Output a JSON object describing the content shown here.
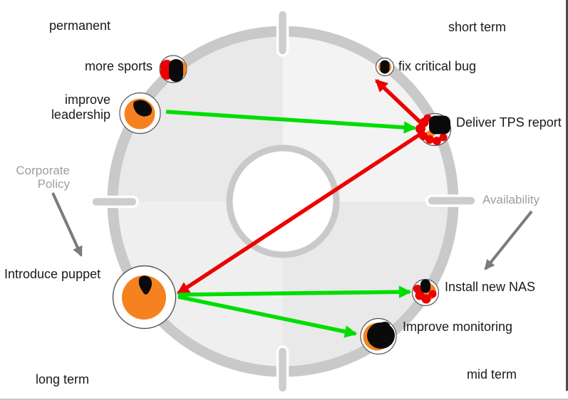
{
  "quadrants": {
    "top_left": "permanent",
    "top_right": "short term",
    "bottom_left": "long term",
    "bottom_right": "mid term"
  },
  "nodes": [
    {
      "id": "more-sports",
      "label": "more sports"
    },
    {
      "id": "improve-leadership",
      "label": "improve\nleadership"
    },
    {
      "id": "fix-critical-bug",
      "label": "fix critical bug"
    },
    {
      "id": "deliver-tps-report",
      "label": "Deliver TPS report"
    },
    {
      "id": "introduce-puppet",
      "label": "Introduce puppet"
    },
    {
      "id": "install-new-nas",
      "label": "Install new NAS"
    },
    {
      "id": "improve-monitoring",
      "label": "Improve monitoring"
    }
  ],
  "annotations": [
    {
      "id": "corporate-policy",
      "label": "Corporate\nPolicy"
    },
    {
      "id": "availability",
      "label": "Availability"
    }
  ],
  "edges": [
    {
      "from": "improve-leadership",
      "to": "deliver-tps-report",
      "color": "green"
    },
    {
      "from": "deliver-tps-report",
      "to": "fix-critical-bug",
      "color": "red"
    },
    {
      "from": "deliver-tps-report",
      "to": "introduce-puppet",
      "color": "red"
    },
    {
      "from": "introduce-puppet",
      "to": "install-new-nas",
      "color": "green"
    },
    {
      "from": "introduce-puppet",
      "to": "improve-monitoring",
      "color": "green"
    }
  ],
  "colors": {
    "green_arrow": "#00DE00",
    "red_arrow": "#EC0000",
    "orange_fill": "#F5821F",
    "black_fill": "#0a0a0a",
    "ring_gray": "#c9c9c9",
    "quadrant_dark": "#e9e9e9",
    "quadrant_light": "#f3f3f3",
    "annotation_text_gray": "#9e9e9e",
    "annotation_arrow_gray": "#7b7b7b"
  }
}
